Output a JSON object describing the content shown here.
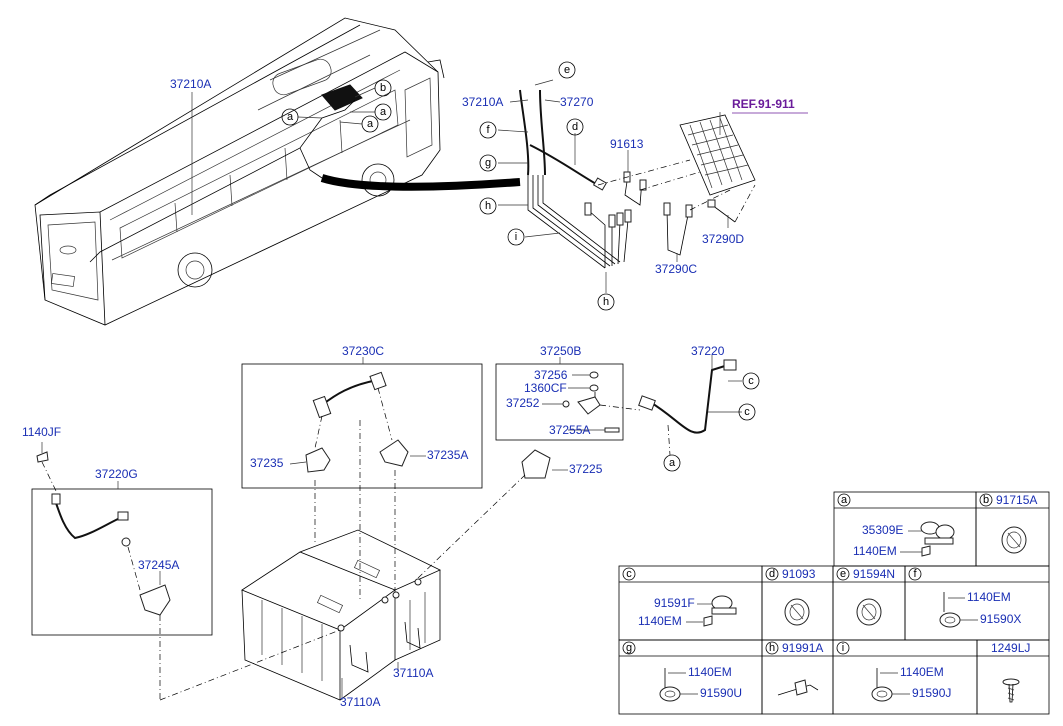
{
  "bus": {
    "harness_label": "37210A",
    "callouts": [
      "a",
      "b",
      "a",
      "a"
    ]
  },
  "harness": {
    "labels": [
      "37210A",
      "37270",
      "91613",
      "REF.91-911",
      "37290D",
      "37290C"
    ],
    "callouts": [
      "e",
      "d",
      "f",
      "g",
      "h",
      "i",
      "h"
    ]
  },
  "cable_box_c": {
    "title": "37230C",
    "parts": [
      "37235",
      "37235A"
    ]
  },
  "terminal_box": {
    "title": "37250B",
    "parts": [
      "37256",
      "1360CF",
      "37252",
      "37255A"
    ]
  },
  "cable_37220": {
    "label": "37220",
    "callouts": [
      "c",
      "c",
      "a"
    ],
    "terminal": "37225"
  },
  "cable_box_g": {
    "title": "37220G",
    "bolt": "1140JF",
    "parts": [
      "37245A"
    ]
  },
  "batteries": [
    "37110A",
    "37110A"
  ],
  "table": {
    "cells": [
      {
        "key": "a",
        "code": "",
        "parts": [
          "35309E",
          "1140EM"
        ]
      },
      {
        "key": "b",
        "code": "91715A",
        "parts": []
      },
      {
        "key": "c",
        "code": "",
        "parts": [
          "91591F",
          "1140EM"
        ]
      },
      {
        "key": "d",
        "code": "91093",
        "parts": []
      },
      {
        "key": "e",
        "code": "91594N",
        "parts": []
      },
      {
        "key": "f",
        "code": "",
        "parts": [
          "1140EM",
          "91590X"
        ]
      },
      {
        "key": "g",
        "code": "",
        "parts": [
          "1140EM",
          "91590U"
        ]
      },
      {
        "key": "h",
        "code": "91991A",
        "parts": []
      },
      {
        "key": "i",
        "code": "",
        "parts": [
          "1140EM",
          "91590J"
        ]
      },
      {
        "key": "",
        "code": "1249LJ",
        "parts": []
      }
    ]
  }
}
